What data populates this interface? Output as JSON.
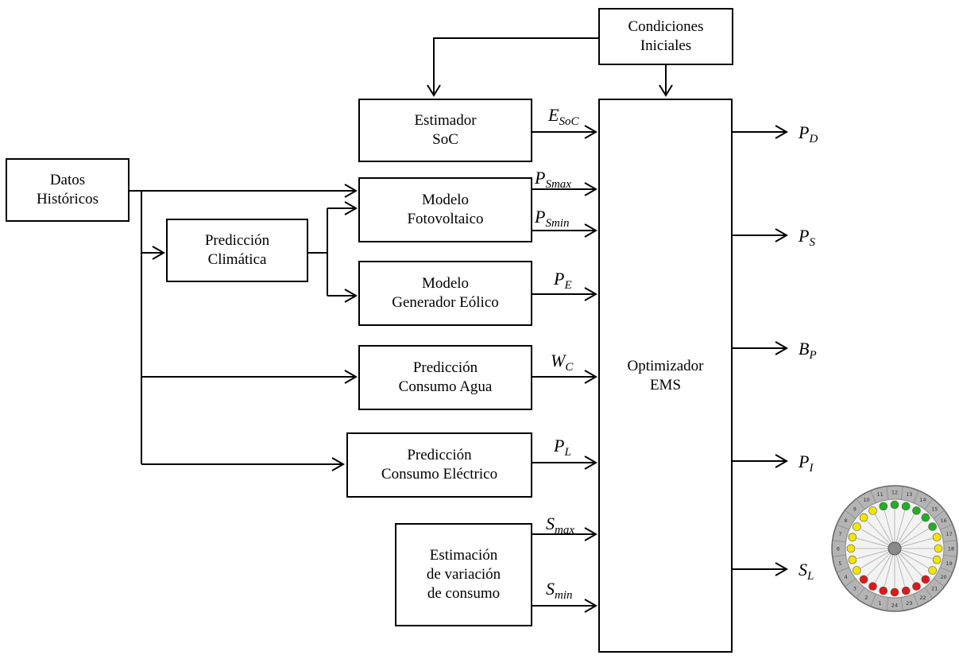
{
  "blocks": {
    "historicos": [
      "Datos",
      "Históricos"
    ],
    "condiciones": [
      "Condiciones",
      "Iniciales"
    ],
    "soc": [
      "Estimador",
      "SoC"
    ],
    "fotovoltaico": [
      "Modelo",
      "Fotovoltaico"
    ],
    "climatica": [
      "Predicción",
      "Climática"
    ],
    "eolico": [
      "Modelo",
      "Generador Eólico"
    ],
    "agua": [
      "Predicción",
      "Consumo Agua"
    ],
    "electrico": [
      "Predicción",
      "Consumo Eléctrico"
    ],
    "variacion": [
      "Estimación",
      "de variación",
      "de consumo"
    ],
    "optimizador": [
      "Optimizador",
      "EMS"
    ]
  },
  "inputs": {
    "esoc": {
      "base": "E",
      "sub": "SoC"
    },
    "psmax": {
      "base": "P",
      "sub": "Smax"
    },
    "psmin": {
      "base": "P",
      "sub": "Smin"
    },
    "pe": {
      "base": "P",
      "sub": "E"
    },
    "wc": {
      "base": "W",
      "sub": "C"
    },
    "pl": {
      "base": "P",
      "sub": "L"
    },
    "smax": {
      "base": "S",
      "sub": "max"
    },
    "smin": {
      "base": "S",
      "sub": "min"
    }
  },
  "outputs": {
    "pd": {
      "base": "P",
      "sub": "D"
    },
    "ps": {
      "base": "P",
      "sub": "S"
    },
    "bp": {
      "base": "B",
      "sub": "P"
    },
    "pi": {
      "base": "P",
      "sub": "I"
    },
    "sl": {
      "base": "S",
      "sub": "L"
    }
  },
  "dial": {
    "numbers": [
      "1",
      "2",
      "3",
      "4",
      "5",
      "6",
      "7",
      "8",
      "9",
      "10",
      "11",
      "12",
      "13",
      "14",
      "15",
      "16",
      "17",
      "18",
      "19",
      "20",
      "21",
      "22",
      "23",
      "24"
    ],
    "colors": {
      "green": "#22b022",
      "yellow": "#f2e600",
      "red": "#e01818",
      "ring": "#b4b4b4",
      "center": "#8a8a8a"
    }
  }
}
